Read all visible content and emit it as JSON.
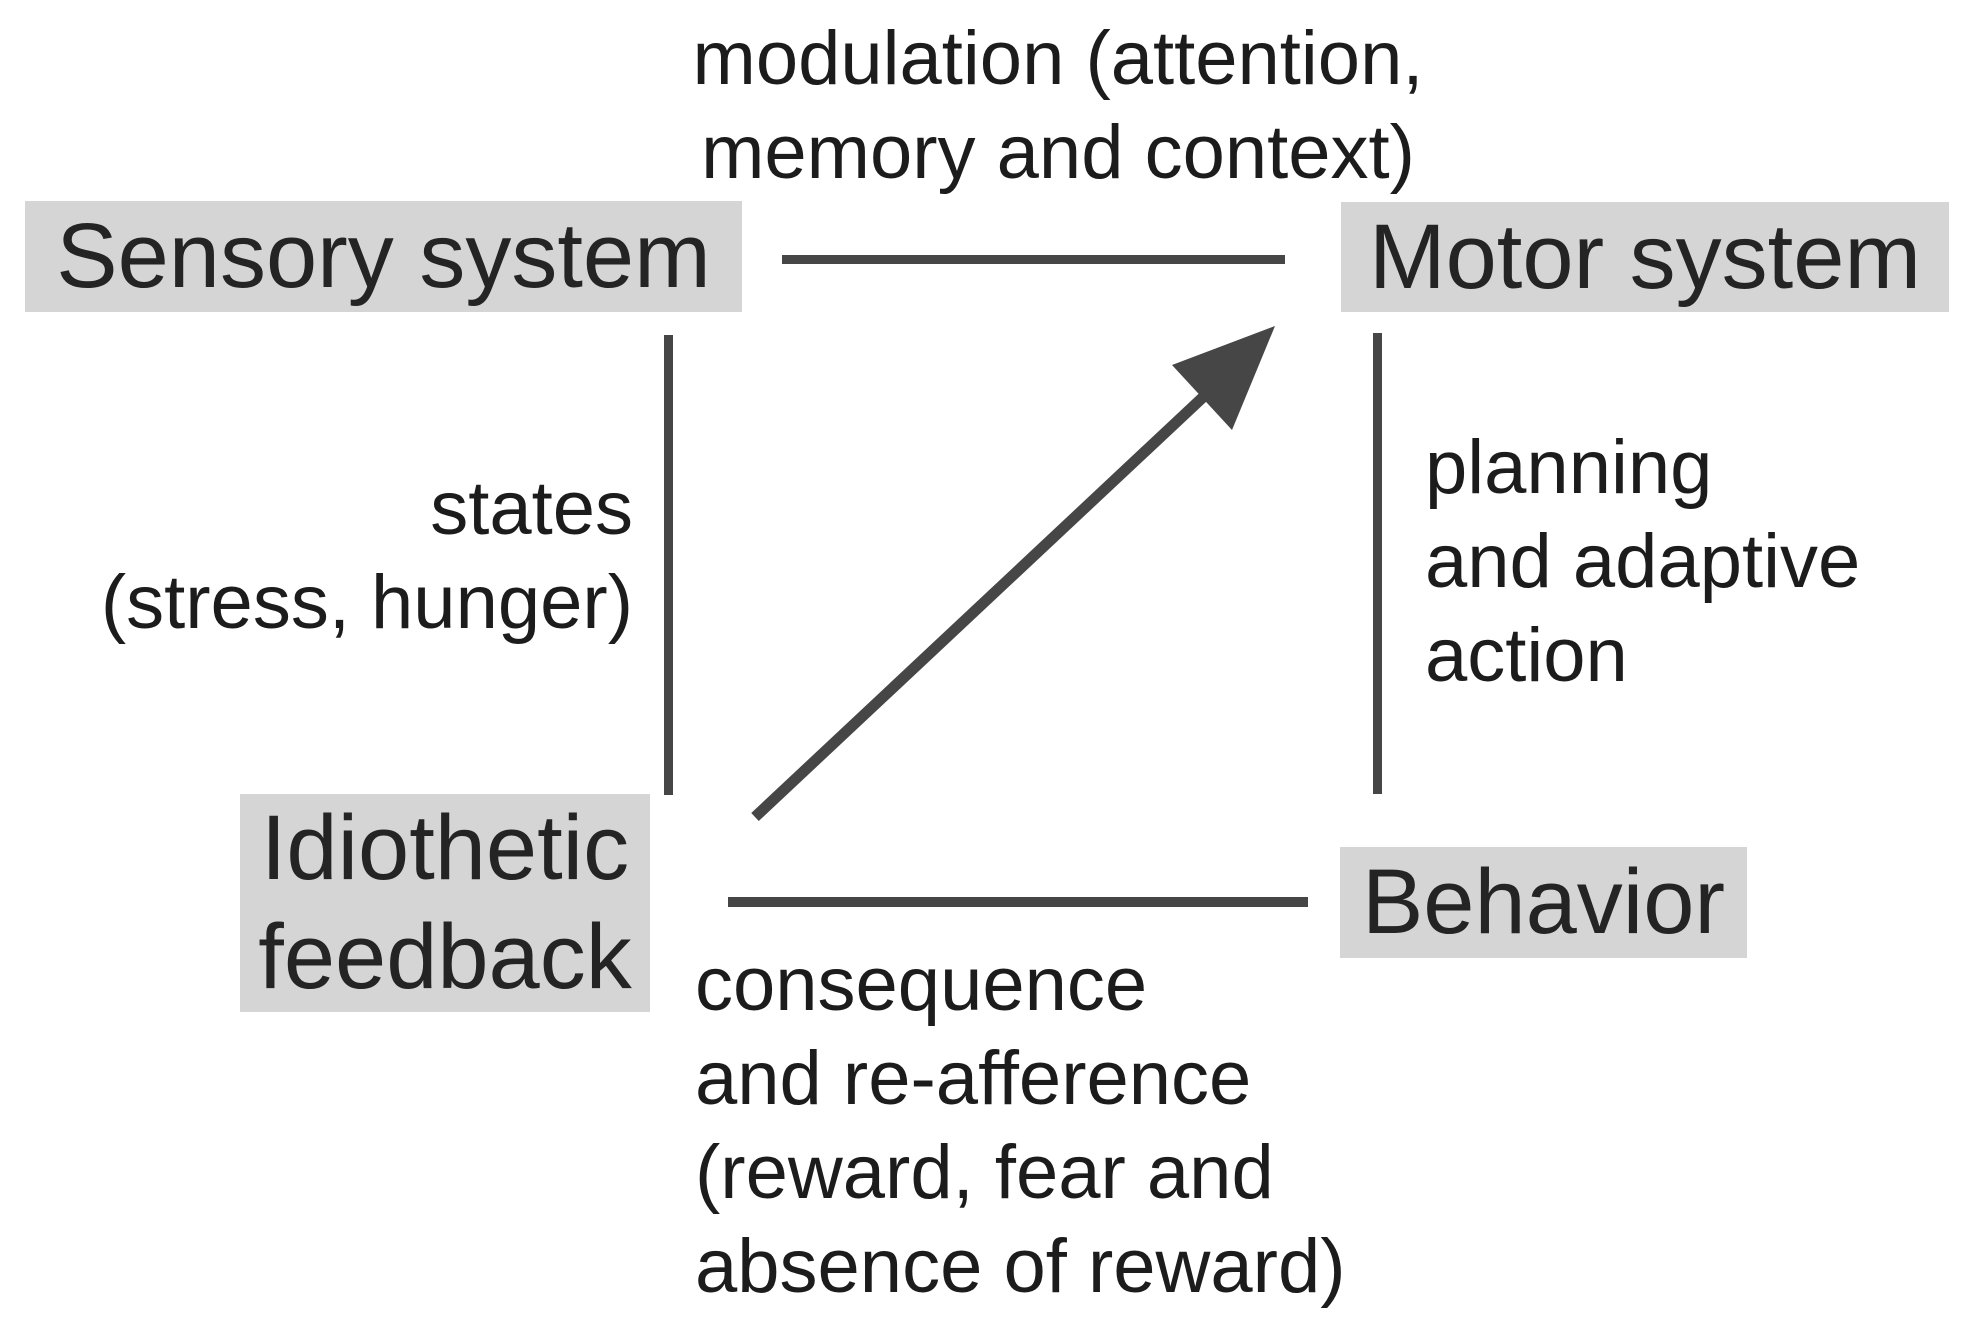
{
  "colors": {
    "background": "#ffffff",
    "node_background": "#d5d5d5",
    "node_text": "#242424",
    "label_text": "#1c1c1c",
    "line": "#464646"
  },
  "nodes": {
    "sensory": {
      "label": "Sensory system"
    },
    "motor": {
      "label": "Motor system"
    },
    "idiothetic": {
      "lines": [
        "Idiothetic",
        "feedback"
      ]
    },
    "behavior": {
      "label": "Behavior"
    }
  },
  "connectors": {
    "top": {
      "connects": [
        "sensory",
        "motor"
      ],
      "lines": [
        "modulation (attention,",
        "memory and context)"
      ]
    },
    "left": {
      "connects": [
        "sensory",
        "idiothetic"
      ],
      "lines": [
        "states",
        "(stress, hunger)"
      ]
    },
    "right": {
      "connects": [
        "motor",
        "behavior"
      ],
      "lines": [
        "planning",
        "and adaptive",
        "action"
      ]
    },
    "bottom": {
      "connects": [
        "idiothetic",
        "behavior"
      ],
      "lines": [
        "consequence",
        "and re-afference",
        "(reward, fear and",
        "absence of reward)"
      ]
    },
    "diagonal_arrow": {
      "from": "idiothetic",
      "to": "motor"
    }
  }
}
